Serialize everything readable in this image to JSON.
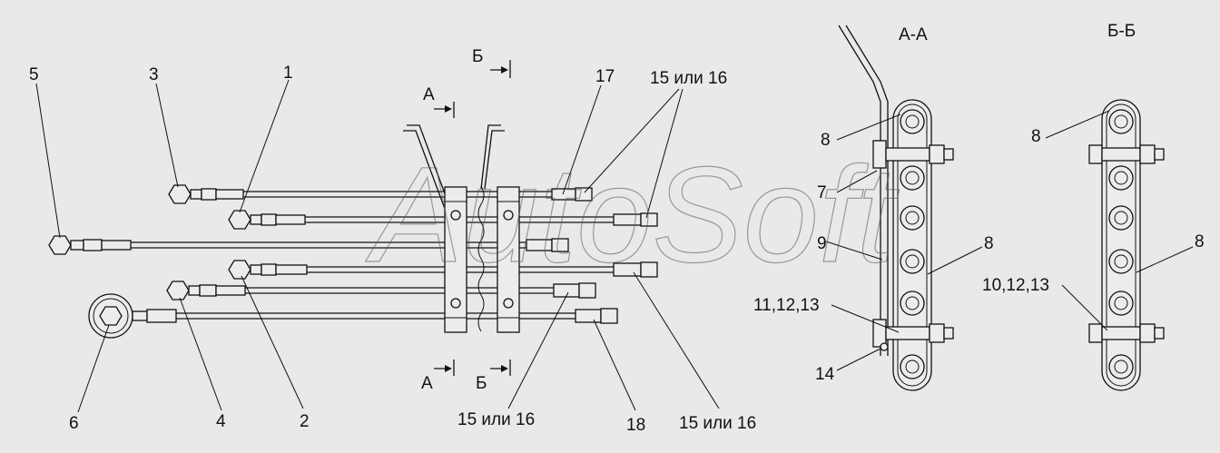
{
  "watermark": "AutoSoft",
  "section_titles": {
    "aa": "А-А",
    "bb": "Б-Б"
  },
  "section_marks": {
    "a_top": "А",
    "a_bottom": "А",
    "b_top": "Б",
    "b_bottom": "Б"
  },
  "callouts": {
    "c1": "1",
    "c2": "2",
    "c3": "3",
    "c4": "4",
    "c5": "5",
    "c6": "6",
    "c17": "17",
    "c18": "18",
    "c15_top": "15 или 16",
    "c15_bottom_mid": "15 или 16",
    "c15_bottom_right": "15 или 16",
    "c8_aa": "8",
    "c7": "7",
    "c9": "9",
    "c8_aa_right": "8",
    "c11": "11,12,13",
    "c14": "14",
    "c8_bb": "8",
    "c8_bb_right": "8",
    "c10": "10,12,13"
  }
}
